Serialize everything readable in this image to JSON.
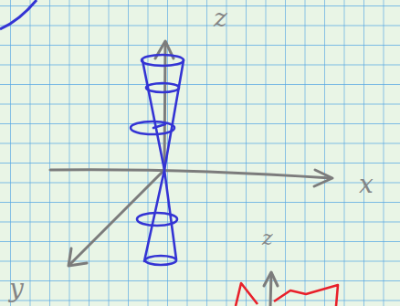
{
  "diagram": {
    "labels": [
      "z",
      "x",
      "y",
      "z"
    ]
  }
}
